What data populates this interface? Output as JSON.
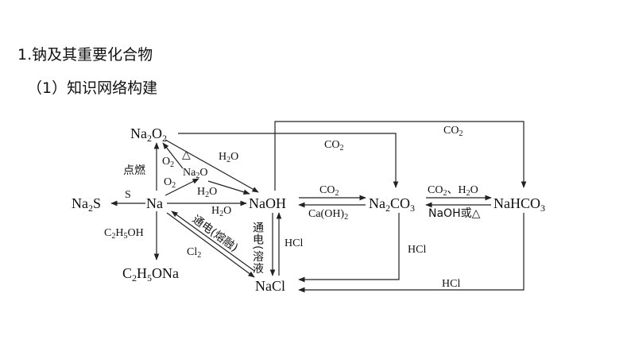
{
  "headings": {
    "section": "1.钠及其重要化合物",
    "subsection": "（1）知识网络构建"
  },
  "nodes": {
    "na2o2": [
      "Na",
      "2",
      "O",
      "2"
    ],
    "na2o": [
      "Na",
      "2",
      "O"
    ],
    "na": "Na",
    "na2s": [
      "Na",
      "2",
      "S"
    ],
    "naoh": "NaOH",
    "na2co3": [
      "Na",
      "2",
      "CO",
      "3"
    ],
    "nahco3": [
      "NaHCO",
      "3"
    ],
    "c2h5ona": [
      "C",
      "2",
      "H",
      "5",
      "ONa"
    ],
    "nacl": "NaCl"
  },
  "labels": {
    "na2o2_nahco3_co2": [
      "CO",
      "2"
    ],
    "naoh_na2co3_top_co2": [
      "CO",
      "2"
    ],
    "na_na2o2_o2": [
      "O",
      "2"
    ],
    "na_na2o2_heat": "△",
    "na_na2o2_ignite": "点燃",
    "na2o2_naoh_h2o": [
      "H",
      "2",
      "O"
    ],
    "na_na2o_o2": [
      "O",
      "2"
    ],
    "na2o_naoh_h2o": [
      "H",
      "2",
      "O"
    ],
    "na_naoh_h2o": [
      "H",
      "2",
      "O"
    ],
    "na_na2s_s": "S",
    "naoh_na2co3_co2": [
      "CO",
      "2"
    ],
    "na2co3_naoh_caoh2": [
      "Ca(OH)",
      "2"
    ],
    "na2co3_nahco3_fwd_a": [
      "CO",
      "2"
    ],
    "na2co3_nahco3_fwd_sep": "、",
    "na2co3_nahco3_fwd_b": [
      "H",
      "2",
      "O"
    ],
    "nahco3_na2co3_back": "NaOH或△",
    "na_c2h5ona_reagent": [
      "C",
      "2",
      "H",
      "5",
      "OH"
    ],
    "nacl_na_electrolysis": "通电(熔融)",
    "na_nacl_cl2": [
      "Cl",
      "2"
    ],
    "nacl_naoh_electrolysis": "通电(溶液",
    "naoh_nacl_hcl": "HCl",
    "na2co3_nacl_hcl": "HCl",
    "nahco3_nacl_hcl": "HCl"
  }
}
